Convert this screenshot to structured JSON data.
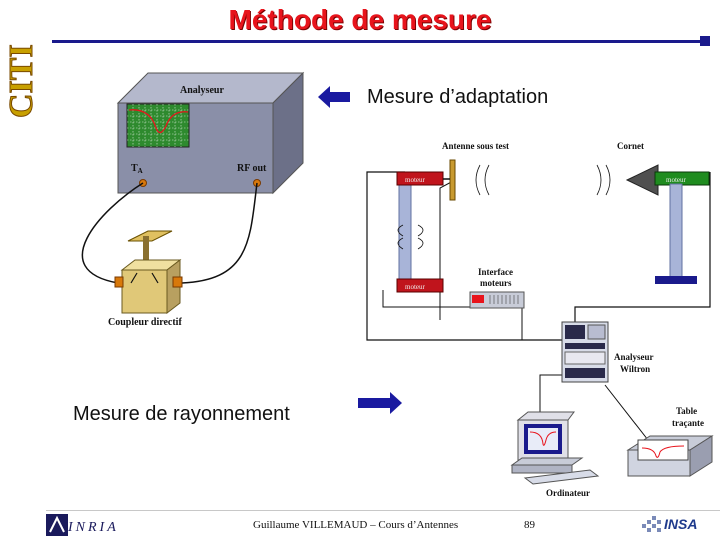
{
  "slide": {
    "title": "Méthode de mesure",
    "side_logo": "CITI"
  },
  "labels": {
    "mesure_adaptation": "Mesure d’adaptation",
    "mesure_rayonnement": "Mesure de rayonnement",
    "analyseur": "Analyseur",
    "ta": "T",
    "ta_sub": "A",
    "rf_out": "RF out",
    "coupleur": "Coupleur directif",
    "antenne_sous_test": "Antenne sous test",
    "cornet": "Cornet",
    "moteur": "moteur",
    "interface_line1": "Interface",
    "interface_line2": "moteurs",
    "wiltron_line1": "Analyseur",
    "wiltron_line2": "Wiltron",
    "table_line1": "Table",
    "table_line2": "traçante",
    "ordinateur": "Ordinateur"
  },
  "footer": {
    "credit": "Guillaume VILLEMAUD – Cours d’Antennes",
    "page": "89",
    "inria": "INRIA",
    "insa": "INSA"
  },
  "colors": {
    "title": "#e8141c",
    "rule": "#1a1a8c",
    "arrow": "#1a1aa0",
    "analyzer_box": "#8a8fa8",
    "motor_red": "#c0141c",
    "motor_green": "#1f8c1f",
    "coupler": "#e0c878",
    "mast": "#a8b4d8"
  },
  "icons": {
    "left_arrow": "arrow-left-icon",
    "right_arrow": "arrow-right-icon"
  }
}
